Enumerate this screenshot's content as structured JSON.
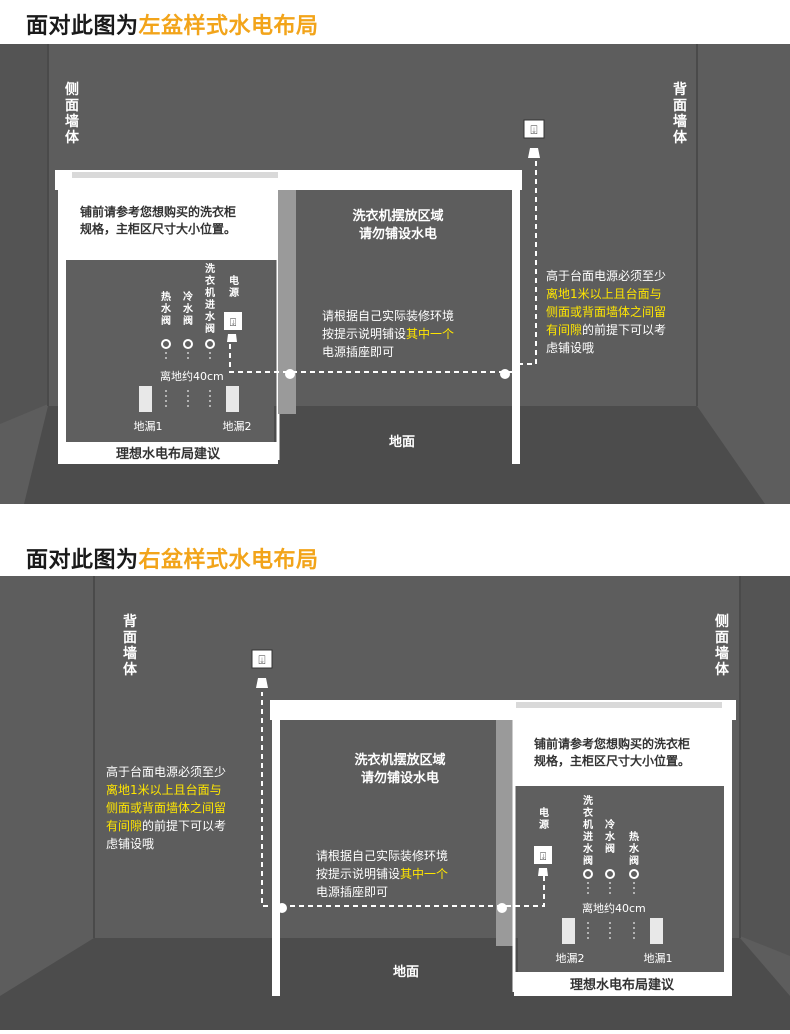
{
  "diagrams": [
    {
      "title_prefix": "面对此图为",
      "title_highlight": "左盆样式水电布局",
      "side_wall": "侧面墙体",
      "back_wall": "背面墙体",
      "cabinet_note_1": "铺前请参考您想购买的洗衣柜",
      "cabinet_note_2": "规格，主柜区尺寸大小位置。",
      "washer_zone_1": "洗衣机摆放区域",
      "washer_zone_2": "请勿铺设水电",
      "hot_valve": "热水阀",
      "cold_valve": "冷水阀",
      "washer_valve": "洗衣机进水阀",
      "power": "电源",
      "height_label": "离地约40cm",
      "drain_1": "地漏1",
      "drain_2": "地漏2",
      "ideal_layout": "理想水电布局建议",
      "floor": "地面",
      "install_line_1": "请根据自己实际装修环境",
      "install_line_2a": "按提示说明铺设",
      "install_line_2b": "其中一个",
      "install_line_3": "电源插座即可",
      "outlet_line_1": "高于台面电源必须至少",
      "outlet_line_2": "离地1米以上且台面与",
      "outlet_line_3": "侧面或背面墙体之间留",
      "outlet_line_4a": "有间隙",
      "outlet_line_4b": "的前提下可以考",
      "outlet_line_5": "虑铺设哦"
    },
    {
      "title_prefix": "面对此图为",
      "title_highlight": "右盆样式水电布局",
      "side_wall": "侧面墙体",
      "back_wall": "背面墙体",
      "cabinet_note_1": "铺前请参考您想购买的洗衣柜",
      "cabinet_note_2": "规格，主柜区尺寸大小位置。",
      "washer_zone_1": "洗衣机摆放区域",
      "washer_zone_2": "请勿铺设水电",
      "hot_valve": "热水阀",
      "cold_valve": "冷水阀",
      "washer_valve": "洗衣机进水阀",
      "power": "电源",
      "height_label": "离地约40cm",
      "drain_1": "地漏1",
      "drain_2": "地漏2",
      "ideal_layout": "理想水电布局建议",
      "floor": "地面",
      "install_line_1": "请根据自己实际装修环境",
      "install_line_2a": "按提示说明铺设",
      "install_line_2b": "其中一个",
      "install_line_3": "电源插座即可",
      "outlet_line_1": "高于台面电源必须至少",
      "outlet_line_2": "离地1米以上且台面与",
      "outlet_line_3": "侧面或背面墙体之间留",
      "outlet_line_4a": "有间隙",
      "outlet_line_4b": "的前提下可以考",
      "outlet_line_5": "虑铺设哦"
    }
  ],
  "colors": {
    "background": "#5d5d5d",
    "floor": "#4c4c4c",
    "cabinet": "#ffffff",
    "highlight": "#f2a41a",
    "yellow_text": "#ffe600"
  }
}
